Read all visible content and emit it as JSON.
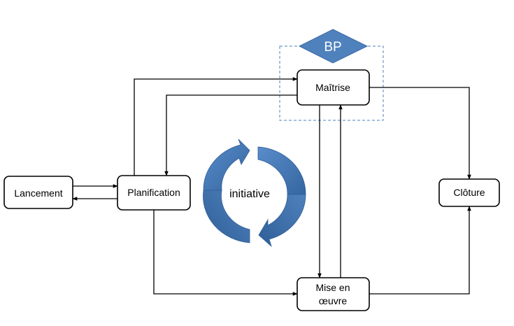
{
  "nodes": {
    "lancement": "Lancement",
    "planification": "Planification",
    "maitrise": "Maîtrise",
    "mise_en_oeuvre_line1": "Mise en",
    "mise_en_oeuvre_line2": "œuvre",
    "cloture": "Clôture"
  },
  "badge": {
    "label": "BP",
    "color": "#4f81bd"
  },
  "cycle": {
    "label": "initiative",
    "arrow_color": "#4f81bd"
  }
}
